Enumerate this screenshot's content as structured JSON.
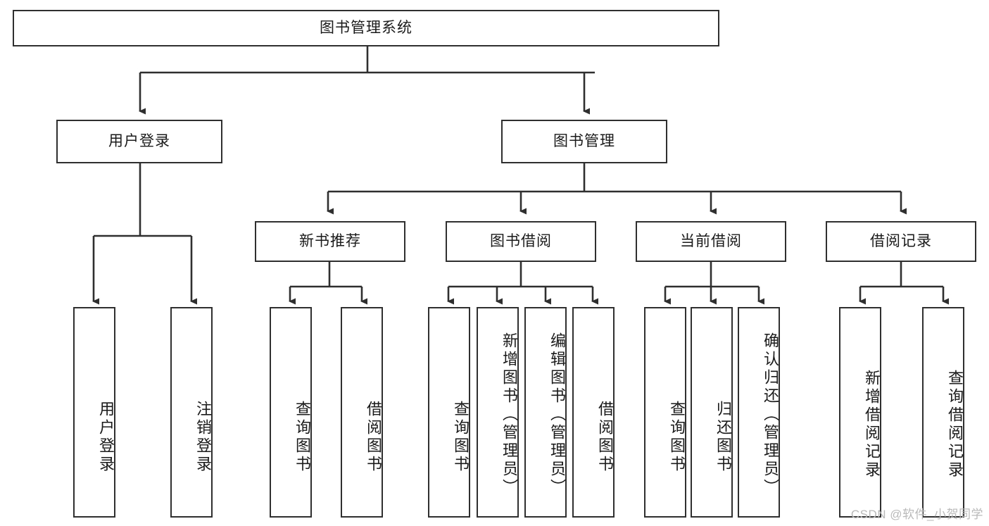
{
  "diagram": {
    "title": "图书管理系统",
    "type": "tree-hierarchy-diagram",
    "colors": {
      "stroke": "#2f2f2f",
      "fill": "#ffffff",
      "text": "#1a1a1a",
      "watermark": "#b9b9b9"
    },
    "root": {
      "label": "图书管理系统"
    },
    "level2": [
      {
        "label": "用户登录"
      },
      {
        "label": "图书管理"
      }
    ],
    "level3": [
      {
        "label": "新书推荐"
      },
      {
        "label": "图书借阅"
      },
      {
        "label": "当前借阅"
      },
      {
        "label": "借阅记录"
      }
    ],
    "leaves": {
      "user_login": [
        {
          "label": "用户登录"
        },
        {
          "label": "注销登录"
        }
      ],
      "new_book_recommend": [
        {
          "label": "查询图书"
        },
        {
          "label": "借阅图书"
        }
      ],
      "book_borrow": [
        {
          "label": "查询图书"
        },
        {
          "label": "新增图书（管理员）"
        },
        {
          "label": "编辑图书（管理员）"
        },
        {
          "label": "借阅图书"
        }
      ],
      "current_borrow": [
        {
          "label": "查询图书"
        },
        {
          "label": "归还图书"
        },
        {
          "label": "确认归还（管理员）"
        }
      ],
      "borrow_record": [
        {
          "label": "新增借阅记录"
        },
        {
          "label": "查询借阅记录"
        }
      ]
    }
  },
  "watermark": {
    "text": "CSDN @软件_小贺同学"
  }
}
